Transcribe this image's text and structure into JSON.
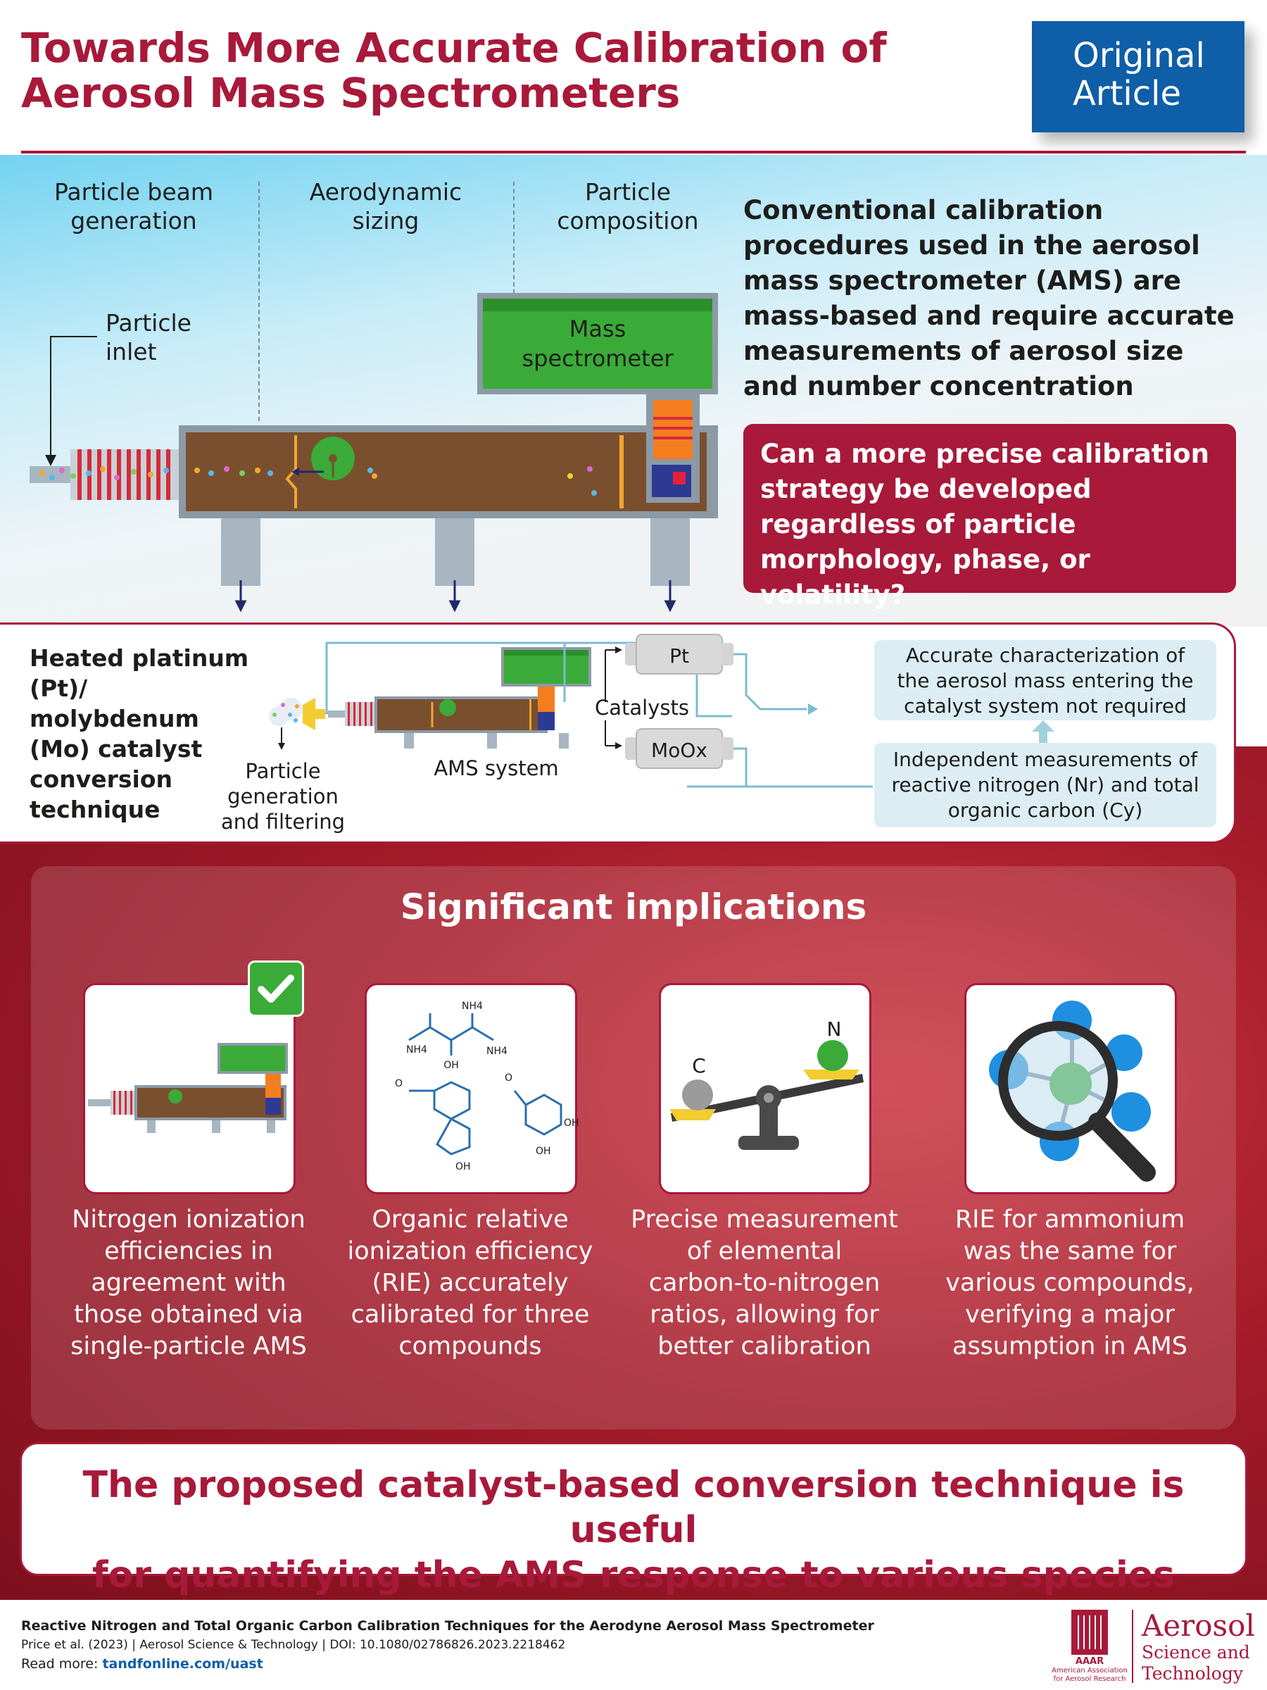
{
  "header": {
    "title_line1": "Towards More Accurate Calibration of",
    "title_line2": "Aerosol Mass Spectrometers",
    "badge_line1": "Original",
    "badge_line2": "Article"
  },
  "diagram": {
    "stage1_line1": "Particle beam",
    "stage1_line2": "generation",
    "stage2_line1": "Aerodynamic",
    "stage2_line2": "sizing",
    "stage3_line1": "Particle",
    "stage3_line2": "composition",
    "inlet_line1": "Particle",
    "inlet_line2": "inlet",
    "ms_line1": "Mass",
    "ms_line2": "spectrometer"
  },
  "intro": "Conventional calibration procedures used in the aerosol mass spectrometer (AMS) are mass-based and require accurate measurements of aerosol size and number concentration",
  "question": "Can a more precise calibration strategy be developed regardless of particle morphology, phase, or volatility?",
  "catalyst": {
    "title": "Heated platinum (Pt)/ molybdenum (Mo) catalyst conversion technique",
    "gen_line1": "Particle",
    "gen_line2": "generation",
    "gen_line3": "and filtering",
    "ams_label": "AMS system",
    "catalysts_label": "Catalysts",
    "pt_label": "Pt",
    "mo_label": "MoOx",
    "box1_line1": "Accurate characterization of",
    "box1_line2": "the aerosol mass entering the",
    "box1_line3": "catalyst system not required",
    "box2_line1": "Independent measurements of",
    "box2_line2": "reactive nitrogen (Nr) and total",
    "box2_line3": "organic carbon (Cy)"
  },
  "implications": {
    "title": "Significant implications",
    "items": [
      {
        "line1": "Nitrogen ionization",
        "line2": "efficiencies in",
        "line3": "agreement with",
        "line4": "those obtained via",
        "line5": "single-particle AMS"
      },
      {
        "line1": "Organic relative",
        "line2": "ionization efficiency",
        "line3": "(RIE) accurately",
        "line4": "calibrated for three",
        "line5": "compounds"
      },
      {
        "line1": "Precise measurement",
        "line2": "of elemental",
        "line3": "carbon-to-nitrogen",
        "line4": "ratios, allowing for",
        "line5": "better calibration"
      },
      {
        "line1": "RIE for ammonium",
        "line2": "was the same for",
        "line3": "various compounds,",
        "line4": "verifying a major",
        "line5": "assumption in AMS"
      }
    ],
    "scale_left": "C",
    "scale_right": "N"
  },
  "conclusion": {
    "line1": "The proposed catalyst-based conversion technique is useful",
    "line2": "for quantifying the AMS response to various species"
  },
  "footer": {
    "ref_title": "Reactive Nitrogen and Total Organic Carbon Calibration Techniques for the Aerodyne Aerosol Mass Spectrometer",
    "ref_line": "Price et al. (2023) | Aerosol Science & Technology  | DOI: 10.1080/02786826.2023.2218462",
    "read_more_label": "Read more:",
    "read_more_link": "tandfonline.com/uast",
    "aaar_name": "AAAR",
    "aaar_sub1": "American Association",
    "aaar_sub2": "for Aerosol Research",
    "journal1": "Aerosol",
    "journal2": "Science and",
    "journal3": "Technology"
  },
  "colors": {
    "brand_red": "#a8193a",
    "brand_blue": "#0e5ea8",
    "ms_green": "#3aab38",
    "chamber_brown": "#7a4f2e"
  }
}
